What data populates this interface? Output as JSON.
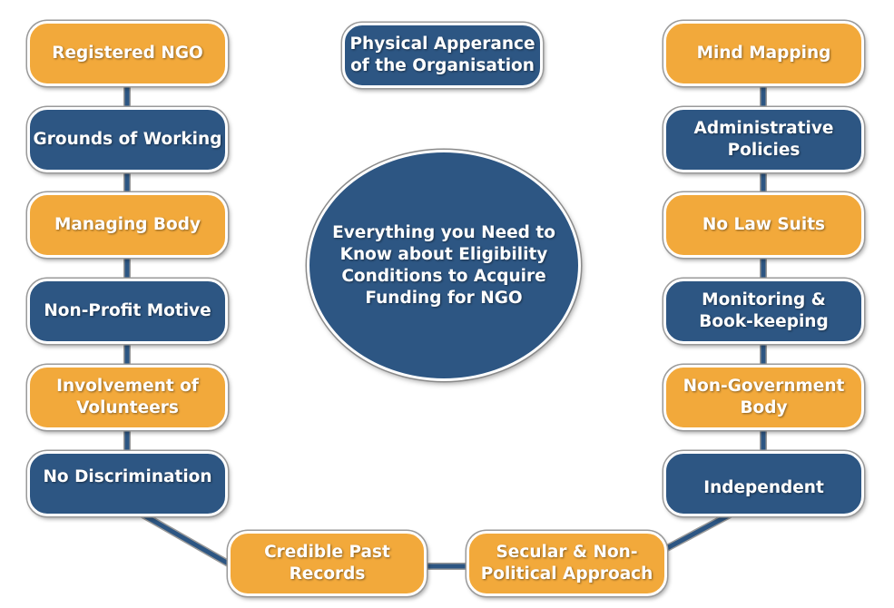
{
  "center": {
    "title": "Everything you Need to\nKnow about Eligibility\nConditions to Acquire\nFunding for NGO"
  },
  "top": {
    "label": "Physical Apperance\nof the Organisation"
  },
  "left": [
    {
      "label": "Registered NGO",
      "color": "orange"
    },
    {
      "label": "Grounds of Working",
      "color": "blue"
    },
    {
      "label": "Managing Body",
      "color": "orange"
    },
    {
      "label": "Non-Profit Motive",
      "color": "blue"
    },
    {
      "label": "Involvement of\nVolunteers",
      "color": "orange"
    },
    {
      "label": "No Discrimination",
      "color": "blue"
    }
  ],
  "right": [
    {
      "label": "Mind Mapping",
      "color": "orange"
    },
    {
      "label": "Administrative\nPolicies",
      "color": "blue"
    },
    {
      "label": "No Law Suits",
      "color": "orange"
    },
    {
      "label": "Monitoring &\nBook-keeping",
      "color": "blue"
    },
    {
      "label": "Non-Government\nBody",
      "color": "orange"
    },
    {
      "label": "Independent",
      "color": "blue"
    }
  ],
  "bottom": [
    {
      "label": "Credible Past\nRecords",
      "color": "orange"
    },
    {
      "label": "Secular & Non-\nPolitical Approach",
      "color": "orange"
    }
  ],
  "colors": {
    "orange": "#f2a93b",
    "blue": "#2d5683",
    "connector": "#2d5683"
  }
}
